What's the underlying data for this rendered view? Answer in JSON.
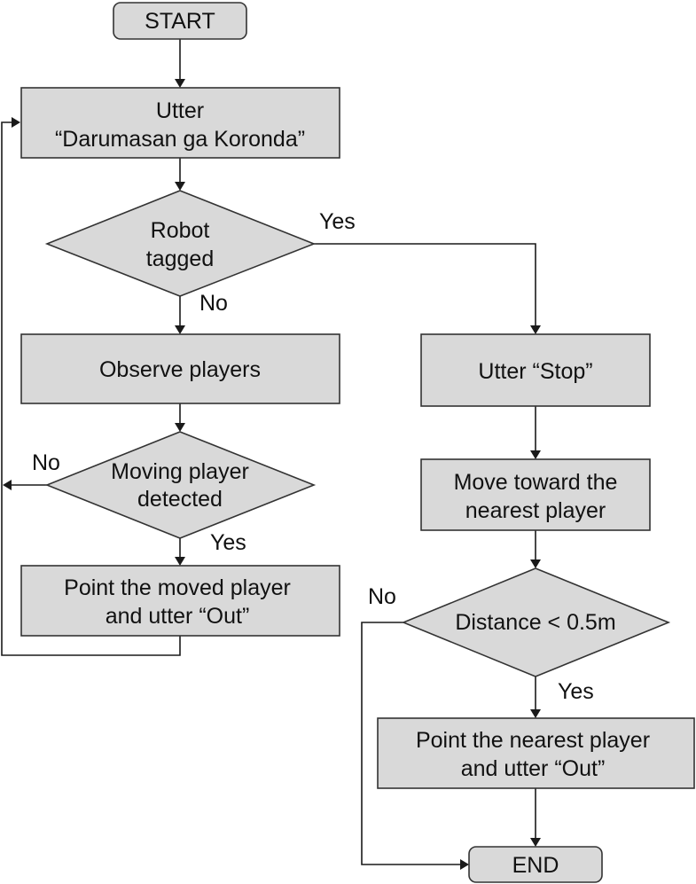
{
  "nodes": {
    "start": "START",
    "utter_darumasan": [
      "Utter",
      "“Darumasan ga Koronda”"
    ],
    "robot_tagged": [
      "Robot",
      "tagged"
    ],
    "observe_players": "Observe players",
    "moving_player_detected": [
      "Moving player",
      "detected"
    ],
    "point_moved_player": [
      "Point the moved player",
      "and utter “Out”"
    ],
    "utter_stop": "Utter “Stop”",
    "move_toward": [
      "Move toward the",
      "nearest player"
    ],
    "distance_check": "Distance < 0.5m",
    "point_nearest_player": [
      "Point the nearest player",
      "and utter “Out”"
    ],
    "end": "END"
  },
  "edge_labels": {
    "robot_tagged_yes": "Yes",
    "robot_tagged_no": "No",
    "moving_no": "No",
    "moving_yes": "Yes",
    "distance_no": "No",
    "distance_yes": "Yes"
  },
  "colors": {
    "node_fill": "#d9d9d9",
    "node_stroke": "#333333",
    "line": "#1a1a1a",
    "text": "#111111"
  }
}
